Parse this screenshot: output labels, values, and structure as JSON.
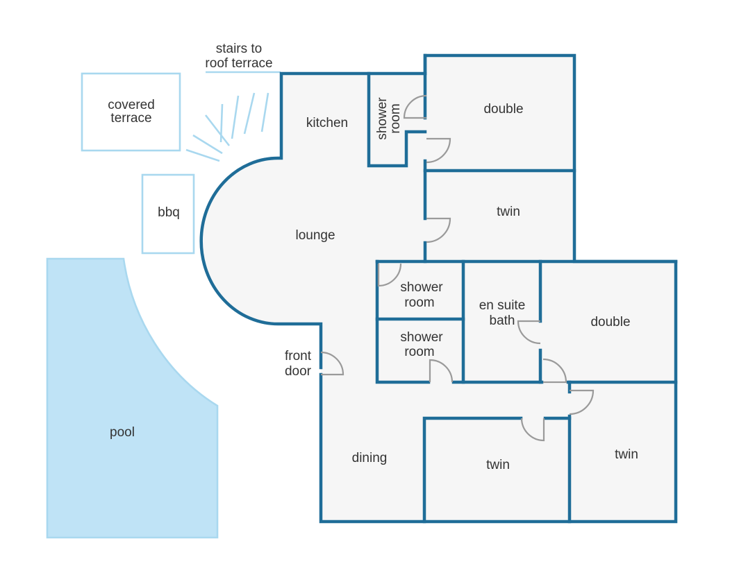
{
  "colors": {
    "wall": "#1f6d98",
    "floor": "#f6f6f6",
    "outdoor_line": "#a9d8ef",
    "pool_fill": "#bfe3f6",
    "door": "#9a9a9a",
    "label": "#333333"
  },
  "labels": {
    "stairs_line1": "stairs to",
    "stairs_line2": "roof terrace",
    "covered_terrace_line1": "covered",
    "covered_terrace_line2": "terrace",
    "bbq": "bbq",
    "pool": "pool",
    "kitchen": "kitchen",
    "shower_room_top_line1": "shower",
    "shower_room_top_line2": "room",
    "double_top": "double",
    "twin_upper": "twin",
    "lounge": "lounge",
    "shower_room_mid1_line1": "shower",
    "shower_room_mid1_line2": "room",
    "shower_room_mid2_line1": "shower",
    "shower_room_mid2_line2": "room",
    "en_suite_line1": "en suite",
    "en_suite_line2": "bath",
    "double_right": "double",
    "front_door_line1": "front",
    "front_door_line2": "door",
    "dining": "dining",
    "twin_bottom": "twin",
    "twin_right": "twin"
  }
}
